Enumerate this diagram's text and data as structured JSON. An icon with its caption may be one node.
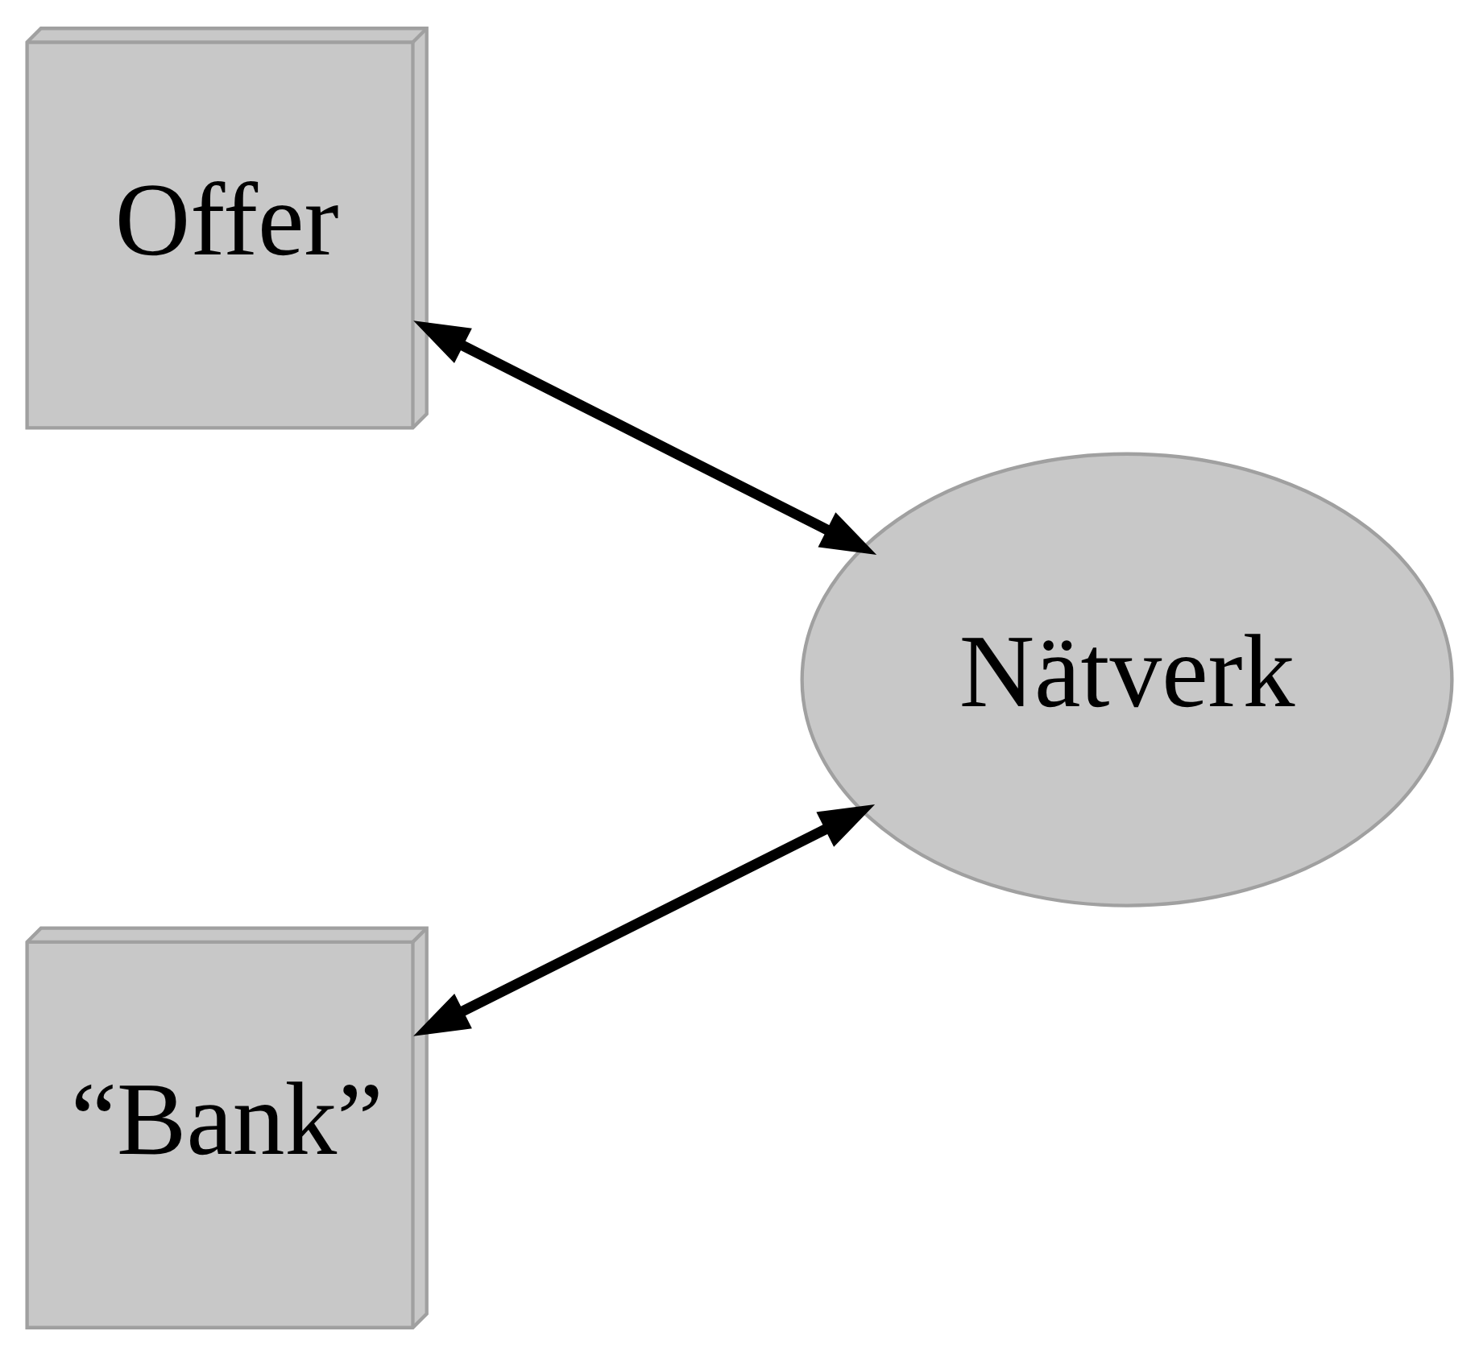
{
  "diagram": {
    "nodes": [
      {
        "text": [
          "Offer"
        ]
      },
      {
        "text": [
          "Nätverk"
        ]
      },
      {
        "text": [
          "“Bank”"
        ]
      }
    ],
    "edges": [
      {
        "from": 0,
        "to": 1,
        "arrow": "both"
      },
      {
        "from": 1,
        "to": 2,
        "arrow": "both"
      }
    ]
  }
}
